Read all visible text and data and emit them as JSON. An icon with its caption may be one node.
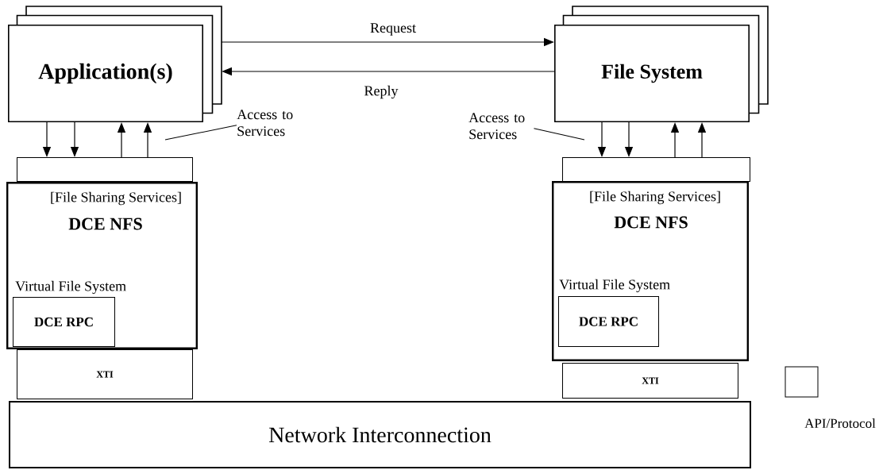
{
  "diagram": {
    "nodes": [
      {
        "text": [
          "Application(s)"
        ]
      },
      {
        "text": [
          "File System"
        ]
      },
      {
        "text": [],
        "shape": "box"
      },
      {
        "text": [
          "[File Sharing Services]",
          "DCE NFS",
          "Virtual File System"
        ]
      },
      {
        "text": [
          "DCE RPC"
        ],
        "in": 3
      },
      {
        "text": [
          "XTI"
        ]
      },
      {
        "text": [],
        "shape": "box"
      },
      {
        "text": [
          "[File Sharing Services]",
          "DCE NFS",
          "Virtual File System"
        ]
      },
      {
        "text": [
          "DCE RPC"
        ],
        "in": 7
      },
      {
        "text": [
          "XTI"
        ]
      },
      {
        "text": [
          "Network Interconnection"
        ]
      },
      {
        "text": [
          "Access to Services"
        ]
      },
      {
        "text": [
          "Access to Services"
        ]
      }
    ],
    "edges": [
      {
        "from": 0,
        "to": 1,
        "arrow": "to",
        "label": "Request"
      },
      {
        "from": 1,
        "to": 0,
        "arrow": "to",
        "label": "Reply"
      },
      {
        "from": 0,
        "to": 2,
        "arrow": "to"
      },
      {
        "from": 0,
        "to": 2,
        "arrow": "to"
      },
      {
        "from": 2,
        "to": 0,
        "arrow": "to"
      },
      {
        "from": 2,
        "to": 0,
        "arrow": "to"
      },
      {
        "from": 1,
        "to": 6,
        "arrow": "to"
      },
      {
        "from": 1,
        "to": 6,
        "arrow": "to"
      },
      {
        "from": 6,
        "to": 1,
        "arrow": "to"
      },
      {
        "from": 6,
        "to": 1,
        "arrow": "to"
      },
      {
        "from": 11,
        "to": null,
        "arrow": "none"
      },
      {
        "from": 12,
        "to": null,
        "arrow": "none"
      }
    ],
    "legend": [
      {
        "text": "API/Protocol"
      }
    ]
  }
}
